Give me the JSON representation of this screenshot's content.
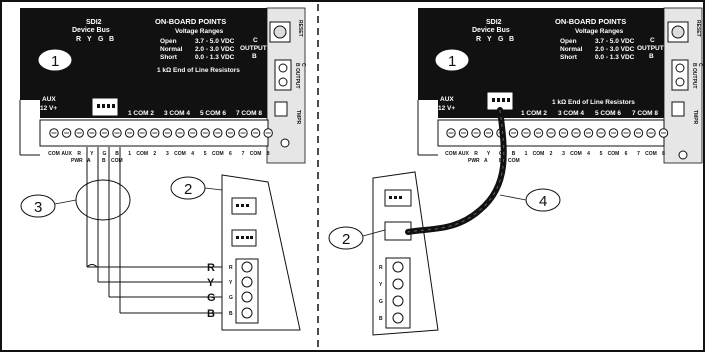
{
  "left_panel": {
    "sdi2_title": "SDI2",
    "device_bus": "Device Bus",
    "bus_letters": [
      "R",
      "Y",
      "G",
      "B"
    ],
    "onboard_title": "ON-BOARD POINTS",
    "voltage_title": "Voltage Ranges",
    "voltage_rows": [
      {
        "state": "Open",
        "range": "3.7 - 5.0 VDC"
      },
      {
        "state": "Normal",
        "range": "2.0 - 3.0 VDC"
      },
      {
        "state": "Short",
        "range": "0.0 - 1.3 VDC"
      }
    ],
    "eol_text": "1 kΩ  End of Line Resistors",
    "c_output": [
      "C",
      "OUTPUT",
      "B"
    ],
    "aux_label": [
      "AUX",
      "12 V+"
    ],
    "point_groups": [
      "1 COM 2",
      "3 COM 4",
      "5 COM 6",
      "7 COM 8"
    ],
    "reset": "RESET",
    "b_output_side": [
      "B",
      "OUTPUT"
    ],
    "c_side": "C",
    "tmpr": "TMPR",
    "bottom_labels": [
      "COM",
      "AUX",
      "R",
      "Y",
      "G",
      "B",
      "1",
      "COM",
      "2",
      "3",
      "COM",
      "4",
      "5",
      "COM",
      "6",
      "7",
      "COM",
      "8"
    ],
    "bottom_labels2": [
      "PWR",
      "A",
      "B",
      "COM"
    ],
    "wire_labels": [
      "R",
      "Y",
      "G",
      "B"
    ],
    "module_terminal_labels": [
      "R",
      "Y",
      "G",
      "B"
    ]
  },
  "right_panel": {
    "sdi2_title": "SDI2",
    "device_bus": "Device Bus",
    "bus_letters": [
      "R",
      "Y",
      "G",
      "B"
    ],
    "module_terminal_labels": [
      "R",
      "Y",
      "G",
      "B"
    ]
  },
  "callouts": {
    "one_left": "1",
    "two_left": "2",
    "three": "3",
    "one_right": "1",
    "two_right": "2",
    "four": "4"
  }
}
